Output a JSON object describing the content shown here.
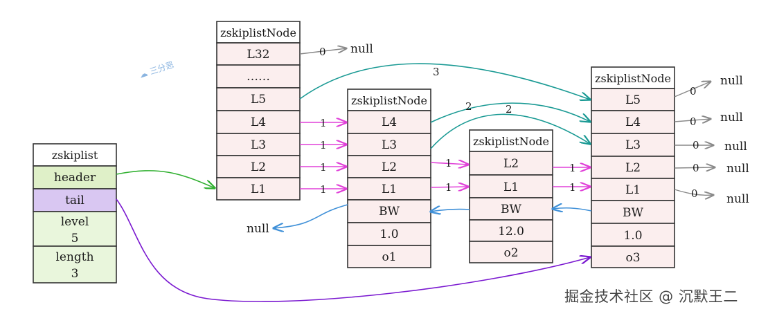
{
  "watermark": "掘金技术社区 @ 沉默王二",
  "logo_text": "三分恶",
  "zskiplist": {
    "title": "zskiplist",
    "fields": [
      {
        "label": "header"
      },
      {
        "label": "tail"
      },
      {
        "label": "level",
        "value": "5"
      },
      {
        "label": "length",
        "value": "3"
      }
    ]
  },
  "header_node": {
    "title": "zskiplistNode",
    "levels": [
      "L32",
      "……",
      "L5",
      "L4",
      "L3",
      "L2",
      "L1"
    ]
  },
  "node1": {
    "title": "zskiplistNode",
    "levels": [
      "L4",
      "L3",
      "L2",
      "L1"
    ],
    "bw": "BW",
    "score": "1.0",
    "obj": "o1"
  },
  "node2": {
    "title": "zskiplistNode",
    "levels": [
      "L2",
      "L1"
    ],
    "bw": "BW",
    "score": "12.0",
    "obj": "o2"
  },
  "node3": {
    "title": "zskiplistNode",
    "levels": [
      "L5",
      "L4",
      "L3",
      "L2",
      "L1"
    ],
    "bw": "BW",
    "score": "1.0",
    "obj": "o3"
  },
  "null_text": "null",
  "spans": {
    "header_l32": "0",
    "header_l5": "3",
    "header_l4": "1",
    "header_l3": "1",
    "header_l2": "1",
    "header_l1": "1",
    "n1_l4": "2",
    "n1_l3": "2",
    "n1_l2": "1",
    "n1_l1": "1",
    "n2_l2": "1",
    "n2_l1": "1",
    "n3_l5": "0",
    "n3_l4": "0",
    "n3_l3": "0",
    "n3_l2": "0",
    "n3_l1": "0"
  },
  "colors": {
    "forward": "#e040d8",
    "skip": "#1a9a94",
    "backward": "#3f90d8",
    "header_ptr": "#30b030",
    "tail_ptr": "#7a18d0",
    "null_ptr": "#888888",
    "cell_fill": "#fbeeee"
  }
}
